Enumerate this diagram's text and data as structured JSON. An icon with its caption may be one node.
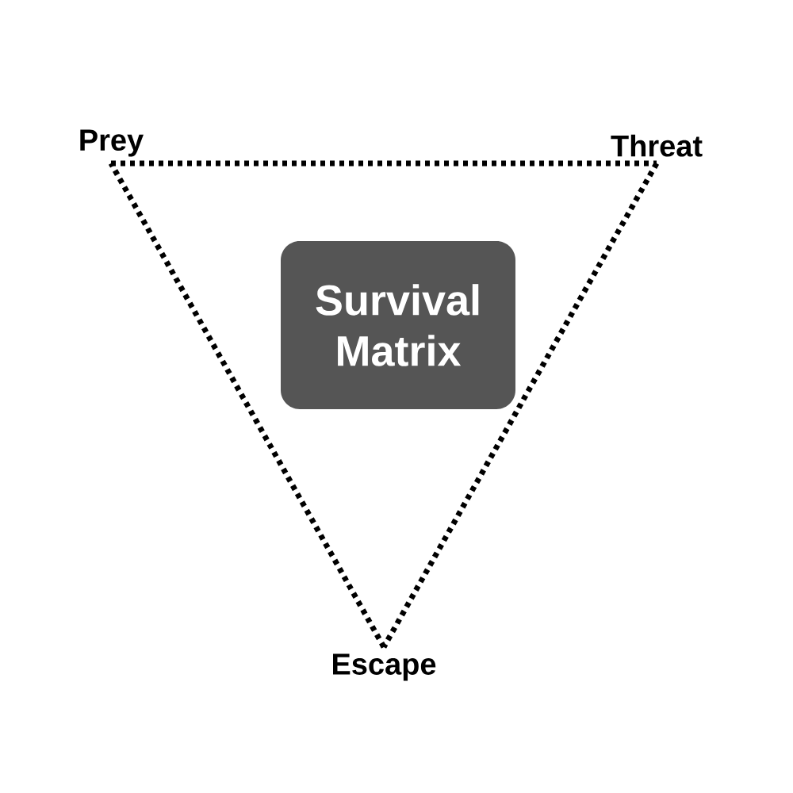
{
  "diagram": {
    "nodes": [
      {
        "text": [
          "Prey"
        ]
      },
      {
        "text": [
          "Threat"
        ]
      },
      {
        "text": [
          "Escape"
        ]
      },
      {
        "text": [
          "Survival Matrix"
        ]
      }
    ],
    "edges": [
      {
        "from": 0,
        "to": 1,
        "arrow": "none"
      },
      {
        "from": 1,
        "to": 2,
        "arrow": "none"
      },
      {
        "from": 2,
        "to": 0,
        "arrow": "none"
      }
    ]
  }
}
